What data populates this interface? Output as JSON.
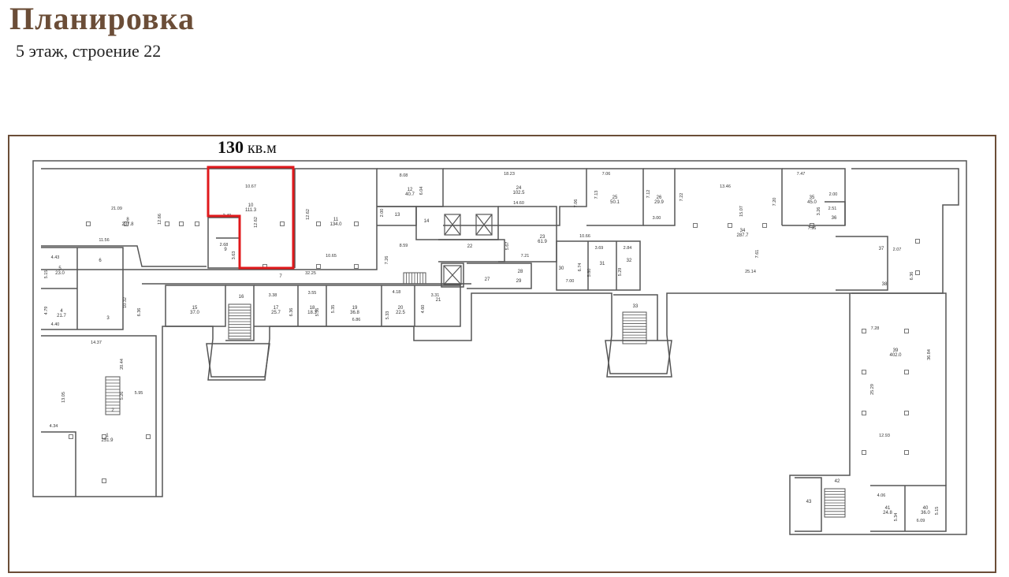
{
  "header": {
    "title": "Планировка",
    "subtitle": "5 этаж, строение 22"
  },
  "highlight": {
    "area_value": "130",
    "area_unit": "кв.м"
  },
  "colors": {
    "title_brown": "#6b4d37",
    "highlight_red": "#e0191c",
    "wall_gray": "#555555"
  },
  "rooms": [
    {
      "id": "r8",
      "number": "8",
      "area": "237.8"
    },
    {
      "id": "r9",
      "number": "9",
      "area": ""
    },
    {
      "id": "r10",
      "number": "10",
      "area": "111.3"
    },
    {
      "id": "r11",
      "number": "11",
      "area": "134.0"
    },
    {
      "id": "r12",
      "number": "12",
      "area": "40.7"
    },
    {
      "id": "r13",
      "number": "13",
      "area": ""
    },
    {
      "id": "r14",
      "number": "14",
      "area": ""
    },
    {
      "id": "r22",
      "number": "22",
      "area": ""
    },
    {
      "id": "r23",
      "number": "23",
      "area": "61.9"
    },
    {
      "id": "r24",
      "number": "24",
      "area": "102.5"
    },
    {
      "id": "r25",
      "number": "25",
      "area": "50.1"
    },
    {
      "id": "r26",
      "number": "26",
      "area": "29.9"
    },
    {
      "id": "r30",
      "number": "30",
      "area": ""
    },
    {
      "id": "r31",
      "number": "31",
      "area": ""
    },
    {
      "id": "r32",
      "number": "32",
      "area": ""
    },
    {
      "id": "r34",
      "number": "34",
      "area": "287.7"
    },
    {
      "id": "r35",
      "number": "35",
      "area": "45.0"
    },
    {
      "id": "r36",
      "number": "36",
      "area": ""
    },
    {
      "id": "r37",
      "number": "37",
      "area": ""
    },
    {
      "id": "r38",
      "number": "38",
      "area": ""
    },
    {
      "id": "r39",
      "number": "39",
      "area": "402.0"
    },
    {
      "id": "r4",
      "number": "4",
      "area": "21.7"
    },
    {
      "id": "r5",
      "number": "5",
      "area": "23.0"
    },
    {
      "id": "r6",
      "number": "6",
      "area": ""
    },
    {
      "id": "r3",
      "number": "3",
      "area": ""
    },
    {
      "id": "r1",
      "number": "1",
      "area": "251.9"
    },
    {
      "id": "r2",
      "number": "2",
      "area": ""
    },
    {
      "id": "r15",
      "number": "15",
      "area": "37.0"
    },
    {
      "id": "r16",
      "number": "16",
      "area": ""
    },
    {
      "id": "r17",
      "number": "17",
      "area": "25.7"
    },
    {
      "id": "r18",
      "number": "18",
      "area": "18.3"
    },
    {
      "id": "r19",
      "number": "19",
      "area": "36.8"
    },
    {
      "id": "r20",
      "number": "20",
      "area": "22.5"
    },
    {
      "id": "r21",
      "number": "21",
      "area": ""
    },
    {
      "id": "r33",
      "number": "33",
      "area": ""
    },
    {
      "id": "r41",
      "number": "41",
      "area": "24.8"
    },
    {
      "id": "r40",
      "number": "40",
      "area": "36.0"
    },
    {
      "id": "r42",
      "number": "42",
      "area": ""
    },
    {
      "id": "r43",
      "number": "43",
      "area": ""
    },
    {
      "id": "r27",
      "number": "27",
      "area": ""
    },
    {
      "id": "r28",
      "number": "28",
      "area": ""
    },
    {
      "id": "r29",
      "number": "29",
      "area": ""
    },
    {
      "id": "r7",
      "number": "7",
      "area": ""
    }
  ],
  "dimensions": [
    {
      "id": "d1",
      "text": "21.09"
    },
    {
      "id": "d2",
      "text": "12.66"
    },
    {
      "id": "d3",
      "text": "11.56"
    },
    {
      "id": "d4",
      "text": "10.67"
    },
    {
      "id": "d5",
      "text": "12.62"
    },
    {
      "id": "d6",
      "text": "12.62"
    },
    {
      "id": "d7",
      "text": "10.65"
    },
    {
      "id": "d8",
      "text": "2.68"
    },
    {
      "id": "d9",
      "text": "3.63"
    },
    {
      "id": "d10",
      "text": "32.25"
    },
    {
      "id": "d11",
      "text": "8.08"
    },
    {
      "id": "d12",
      "text": "6.04"
    },
    {
      "id": "d13",
      "text": "2.00"
    },
    {
      "id": "d14",
      "text": "8.59"
    },
    {
      "id": "d15",
      "text": "7.26"
    },
    {
      "id": "d16",
      "text": "18.23"
    },
    {
      "id": "d17",
      "text": "14.60"
    },
    {
      "id": "d18",
      "text": "5.67"
    },
    {
      "id": "d19",
      "text": "7.21"
    },
    {
      "id": "d20",
      "text": "7.06"
    },
    {
      "id": "d21",
      "text": "7.13"
    },
    {
      "id": "d22",
      "text": "7.06"
    },
    {
      "id": "d23",
      "text": "7.12"
    },
    {
      "id": "d24",
      "text": "3.00"
    },
    {
      "id": "d25",
      "text": "7.22"
    },
    {
      "id": "d26",
      "text": "13.46"
    },
    {
      "id": "d27",
      "text": "7.47"
    },
    {
      "id": "d28",
      "text": "10.66"
    },
    {
      "id": "d29",
      "text": "3.69"
    },
    {
      "id": "d30",
      "text": "2.84"
    },
    {
      "id": "d31",
      "text": "6.74"
    },
    {
      "id": "d32",
      "text": "5.80"
    },
    {
      "id": "d33",
      "text": "5.29"
    },
    {
      "id": "d34",
      "text": "7.00"
    },
    {
      "id": "d35",
      "text": "15.07"
    },
    {
      "id": "d36",
      "text": "7.20"
    },
    {
      "id": "d37",
      "text": "3.26"
    },
    {
      "id": "d38",
      "text": "2.00"
    },
    {
      "id": "d39",
      "text": "2.51"
    },
    {
      "id": "d40",
      "text": "7.96"
    },
    {
      "id": "d41",
      "text": "7.61"
    },
    {
      "id": "d42",
      "text": "25.14"
    },
    {
      "id": "d43",
      "text": "2.07"
    },
    {
      "id": "d44",
      "text": "6.36"
    },
    {
      "id": "d45",
      "text": "4.43"
    },
    {
      "id": "d46",
      "text": "5.15"
    },
    {
      "id": "d47",
      "text": "4.79"
    },
    {
      "id": "d48",
      "text": "4.40"
    },
    {
      "id": "d49",
      "text": "10.32"
    },
    {
      "id": "d50",
      "text": "6.36"
    },
    {
      "id": "d51",
      "text": "14.37"
    },
    {
      "id": "d52",
      "text": "20.44"
    },
    {
      "id": "d53",
      "text": "5.26"
    },
    {
      "id": "d54",
      "text": "13.05"
    },
    {
      "id": "d55",
      "text": "5.95"
    },
    {
      "id": "d56",
      "text": "4.34"
    },
    {
      "id": "d57",
      "text": "3.38"
    },
    {
      "id": "d58",
      "text": "3.55"
    },
    {
      "id": "d59",
      "text": "6.36"
    },
    {
      "id": "d60",
      "text": "5.36"
    },
    {
      "id": "d61",
      "text": "5.35"
    },
    {
      "id": "d62",
      "text": "6.86"
    },
    {
      "id": "d63",
      "text": "4.18"
    },
    {
      "id": "d64",
      "text": "5.33"
    },
    {
      "id": "d65",
      "text": "3.31"
    },
    {
      "id": "d66",
      "text": "4.60"
    },
    {
      "id": "d67",
      "text": "7.28"
    },
    {
      "id": "d68",
      "text": "36.84"
    },
    {
      "id": "d69",
      "text": "25.29"
    },
    {
      "id": "d70",
      "text": "12.93"
    },
    {
      "id": "d71",
      "text": "4.06"
    },
    {
      "id": "d72",
      "text": "5.34"
    },
    {
      "id": "d73",
      "text": "6.09"
    },
    {
      "id": "d74",
      "text": "5.15"
    },
    {
      "id": "d75",
      "text": "2.40"
    }
  ]
}
